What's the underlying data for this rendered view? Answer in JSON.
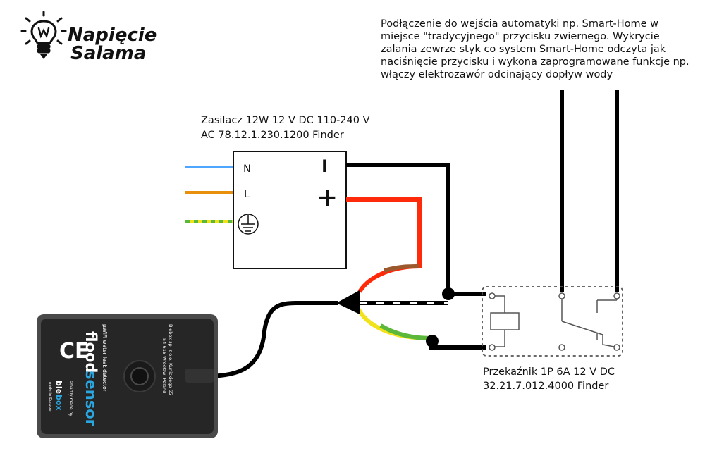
{
  "logo": {
    "line1": "Napięcie",
    "line2": "Salama"
  },
  "smarthome_note": [
    "Podłączenie do wejścia automatyki np. Smart-Home w",
    "miejsce \"tradycyjnego\" przycisku zwiernego. Wykrycie",
    "zalania zewrze styk co system Smart-Home odczyta jak",
    "naciśnięcie przycisku i wykona zaprogramowane funkcje np.",
    "włączy elektrozawór odcinający dopływ wody"
  ],
  "power_supply": {
    "label_line1": "Zasilacz 12W 12 V DC 110-240 V",
    "label_line2": "AC 78.12.1.230.1200 Finder",
    "terminal_n": "N",
    "terminal_l": "L",
    "terminal_minus": "I",
    "terminal_plus": "+"
  },
  "relay": {
    "label_line1": "Przekaźnik 1P 6A 12 V DC",
    "label_line2": "32.21.7.012.4000 Finder"
  },
  "sensor": {
    "ce_mark": "CE",
    "brand_a": "flood",
    "brand_b": "sensor",
    "product": "µWiFi water leak detector",
    "smartly_made_by": "smartly made by",
    "maker_a": "ble",
    "maker_b": "box",
    "made_in": "made in Europe",
    "address_line1": "Blebox sp. z o.o. Kunickiego 65",
    "address_line2": "54-616 Wrocław, Poland"
  },
  "colors": {
    "wire_neutral": "#4da6ff",
    "wire_live": "#e8900c",
    "wire_earth_yellow": "#f2e21a",
    "wire_earth_green": "#5cb83a",
    "wire_dc_positive": "#ff2a0a",
    "wire_black": "#000000",
    "wire_brown": "#9a5a2e",
    "sensor_body": "#2b2b2b",
    "sensor_accent": "#2aa7e0"
  }
}
